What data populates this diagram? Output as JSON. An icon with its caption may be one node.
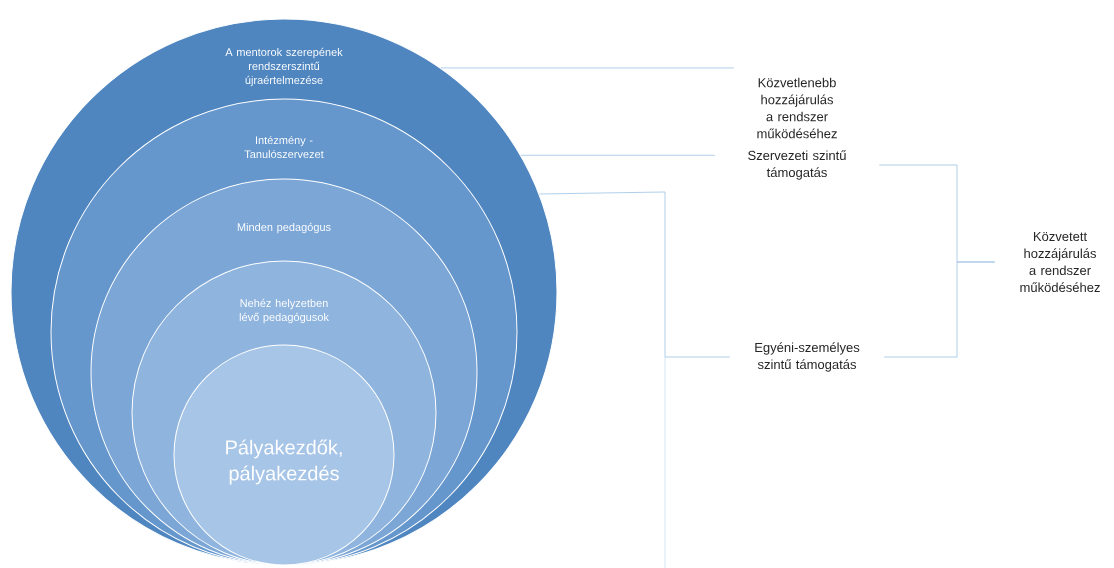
{
  "diagram": {
    "nodes": [
      {
        "text": [
          "A mentorok szerepének rendszerszintű újraértelmezése"
        ]
      },
      {
        "text": [
          "Intézmény - Tanulószervezet"
        ],
        "in": 0
      },
      {
        "text": [
          "Minden pedagógus"
        ],
        "in": 1
      },
      {
        "text": [
          "Nehéz helyzetben lévő pedagógusok"
        ],
        "in": 2
      },
      {
        "text": [
          "Pályakezdők, pályakezdés"
        ],
        "in": 3
      },
      {
        "text": [
          "Közvetlenebb hozzájárulás a rendszer működéséhez"
        ]
      },
      {
        "text": [
          "Szervezeti szintű támogatás"
        ]
      },
      {
        "text": [
          "Egyéni-személyes szintű támogatás"
        ]
      },
      {
        "text": [
          "Közvetett hozzájárulás a rendszer működéséhez"
        ]
      }
    ],
    "edges": [
      {
        "from": 5,
        "to": 0,
        "arrow": "none"
      },
      {
        "from": 6,
        "to": 0,
        "arrow": "none"
      },
      {
        "from": 7,
        "to": 0,
        "arrow": "none"
      },
      {
        "from": 6,
        "to": 8,
        "arrow": "none"
      },
      {
        "from": 7,
        "to": 8,
        "arrow": "none"
      }
    ]
  }
}
